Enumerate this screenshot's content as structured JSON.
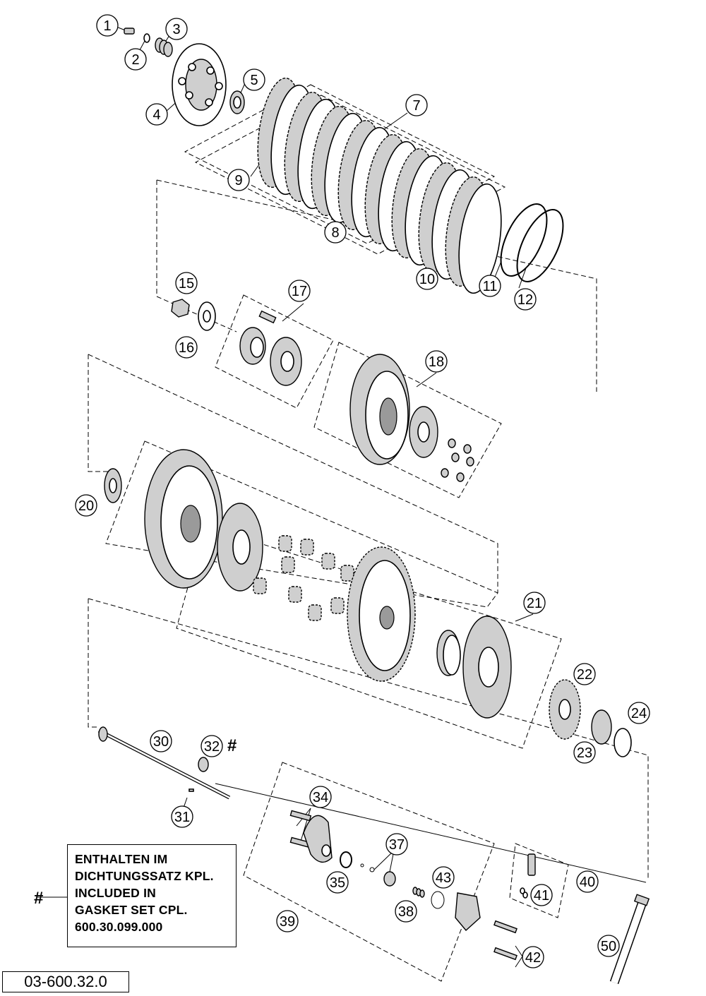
{
  "callouts": [
    {
      "label": "1"
    },
    {
      "label": "2"
    },
    {
      "label": "3"
    },
    {
      "label": "4"
    },
    {
      "label": "5"
    },
    {
      "label": "7"
    },
    {
      "label": "9"
    },
    {
      "label": "8"
    },
    {
      "label": "10"
    },
    {
      "label": "11"
    },
    {
      "label": "12"
    },
    {
      "label": "15"
    },
    {
      "label": "16"
    },
    {
      "label": "17"
    },
    {
      "label": "18"
    },
    {
      "label": "20"
    },
    {
      "label": "21"
    },
    {
      "label": "22"
    },
    {
      "label": "23"
    },
    {
      "label": "24"
    },
    {
      "label": "30"
    },
    {
      "label": "32"
    },
    {
      "label": "31"
    },
    {
      "label": "34"
    },
    {
      "label": "35"
    },
    {
      "label": "37"
    },
    {
      "label": "43"
    },
    {
      "label": "38"
    },
    {
      "label": "39"
    },
    {
      "label": "40"
    },
    {
      "label": "41"
    },
    {
      "label": "42"
    },
    {
      "label": "50"
    }
  ],
  "markers": {
    "hash_symbol": "#"
  },
  "note": {
    "lines": [
      "ENTHALTEN IM",
      "DICHTUNGSSATZ KPL.",
      "INCLUDED IN",
      "GASKET SET CPL.",
      "600.30.099.000"
    ]
  },
  "diagram_code": "03-600.32.0"
}
